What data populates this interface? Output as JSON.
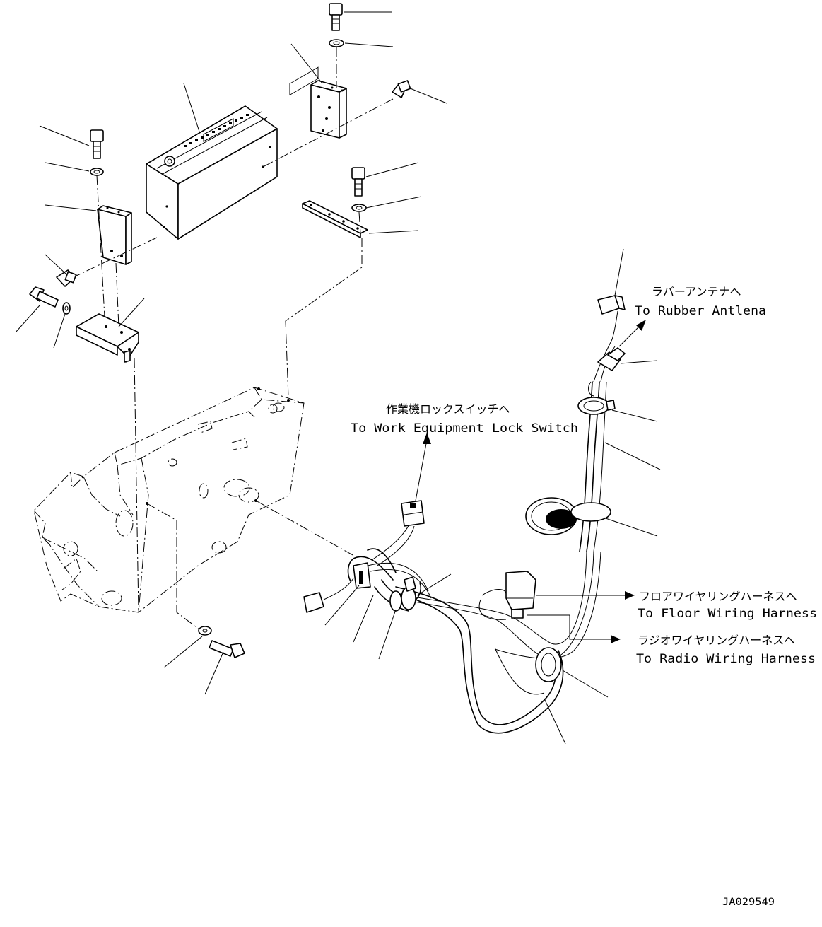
{
  "destinations": {
    "rubber_antenna": {
      "jp": "ラバーアンテナへ",
      "en": "To Rubber Antlena"
    },
    "work_lock_switch": {
      "jp": "作業機ロックスイッチへ",
      "en": "To Work Equipment Lock Switch"
    },
    "floor_harness": {
      "jp": "フロアワイヤリングハーネスへ",
      "en": "To Floor Wiring Harness"
    },
    "radio_harness": {
      "jp": "ラジオワイヤリングハーネスへ",
      "en": "To Radio Wiring Harness"
    }
  },
  "drawing_number": "JA029549"
}
